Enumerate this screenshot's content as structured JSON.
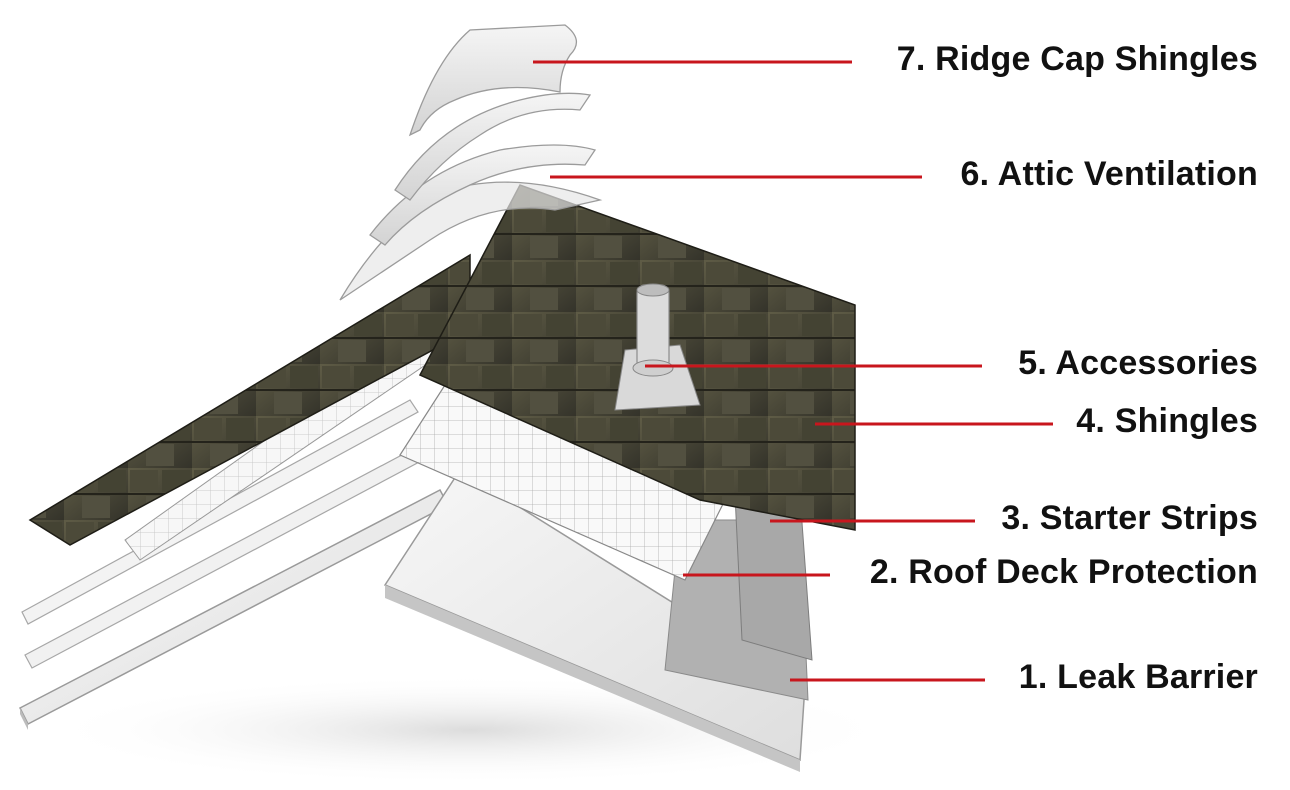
{
  "colors": {
    "leader": "#c8161d",
    "label_text": "#111111",
    "shingle_dark": "#3b3a2c",
    "shingle_mid": "#5a5843",
    "shingle_light": "#6f6b52",
    "deck": "#ececec",
    "deck_edge": "#9a9a9a",
    "underlay": "#f4f4f4",
    "grid": "#8a8a8a",
    "leak_barrier": "#b4b4b4"
  },
  "diagram": {
    "layers": [
      {
        "id": "ridge-cap",
        "label": "7. Ridge Cap Shingles"
      },
      {
        "id": "attic-ventilation",
        "label": "6. Attic Ventilation"
      },
      {
        "id": "accessories",
        "label": "5. Accessories"
      },
      {
        "id": "shingles",
        "label": "4. Shingles"
      },
      {
        "id": "starter-strips",
        "label": "3. Starter Strips"
      },
      {
        "id": "roof-deck-protection",
        "label": "2. Roof Deck Protection"
      },
      {
        "id": "leak-barrier",
        "label": "1. Leak Barrier"
      }
    ]
  }
}
